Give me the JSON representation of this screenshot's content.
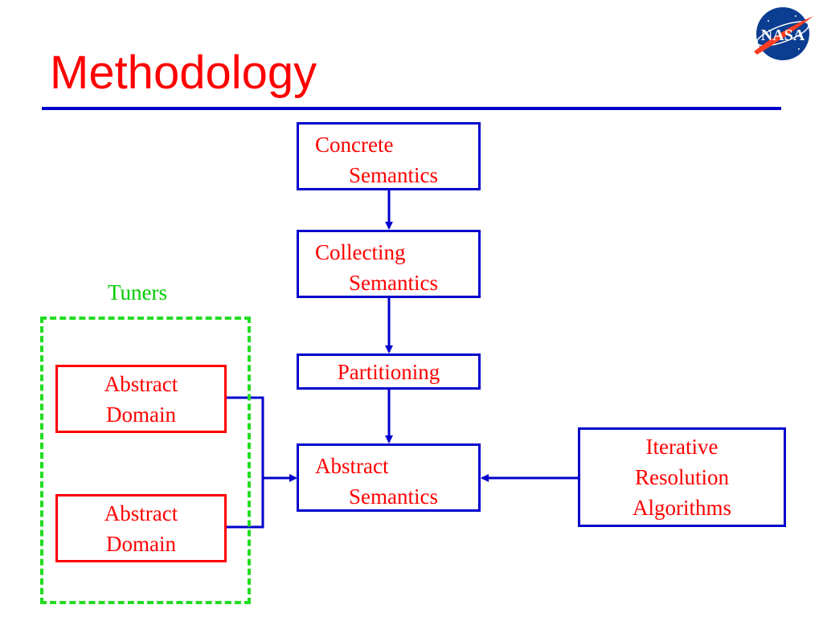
{
  "slide": {
    "title": "Methodology"
  },
  "logo": {
    "text": "NASA"
  },
  "diagram": {
    "tuners_label": "Tuners",
    "boxes": {
      "concrete": [
        "Concrete",
        "Semantics"
      ],
      "collecting": [
        "Collecting",
        "Semantics"
      ],
      "partitioning": "Partitioning",
      "abstract_semantics": [
        "Abstract",
        "Semantics"
      ],
      "iterative": [
        "Iterative",
        "Resolution",
        "Algorithms"
      ],
      "abstract_domain_1": [
        "Abstract",
        "Domain"
      ],
      "abstract_domain_2": [
        "Abstract",
        "Domain"
      ]
    }
  },
  "colors": {
    "title": "#ff0000",
    "box_border_blue": "#0000cc",
    "box_border_red": "#ff0000",
    "label_text": "#ff0000",
    "tuners": "#00cc00"
  }
}
